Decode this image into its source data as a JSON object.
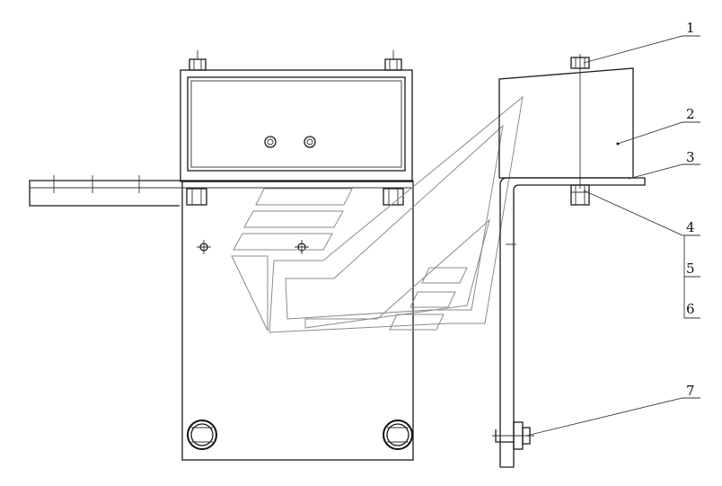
{
  "callouts": [
    {
      "number": "1"
    },
    {
      "number": "2"
    },
    {
      "number": "3"
    },
    {
      "number": "4"
    },
    {
      "number": "5"
    },
    {
      "number": "6"
    },
    {
      "number": "7"
    }
  ],
  "colors": {
    "line": "#1a1a1a",
    "watermark": "#8a8a8a",
    "background": "#ffffff"
  }
}
